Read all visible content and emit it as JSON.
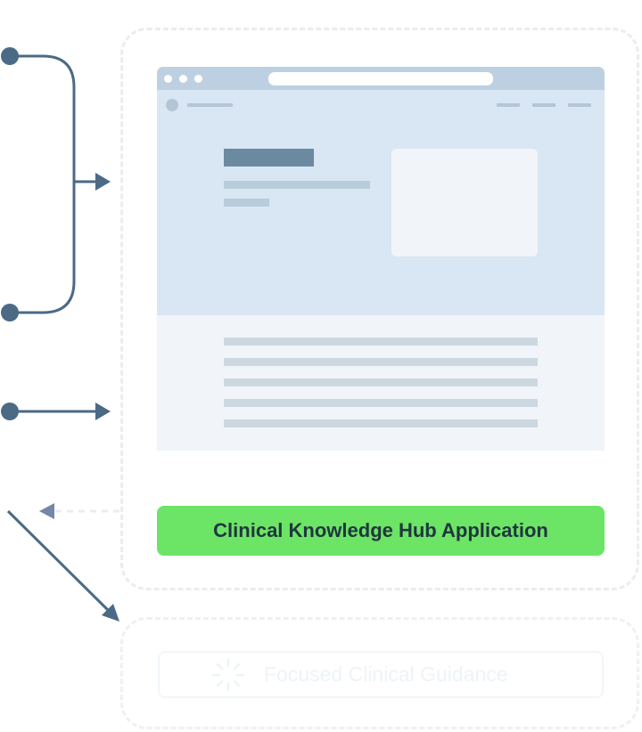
{
  "app_button": {
    "label": "Clinical Knowledge Hub Application"
  },
  "guidance": {
    "label": "Focused Clinical Guidance",
    "icon": "spinner-icon"
  },
  "colors": {
    "connector": "#4b6a86",
    "incoming_dashed_arrow": "#7487a8",
    "button_green": "#6ce465",
    "button_text": "#20363f",
    "dashed_border": "#eaedf0",
    "browser_bar": "#bdd0e2",
    "hero_background": "#d9e6f3",
    "content_background": "#f1f5f9"
  },
  "browser_mockup": {
    "icon": "browser-window-icon",
    "content_line_count": 5
  }
}
